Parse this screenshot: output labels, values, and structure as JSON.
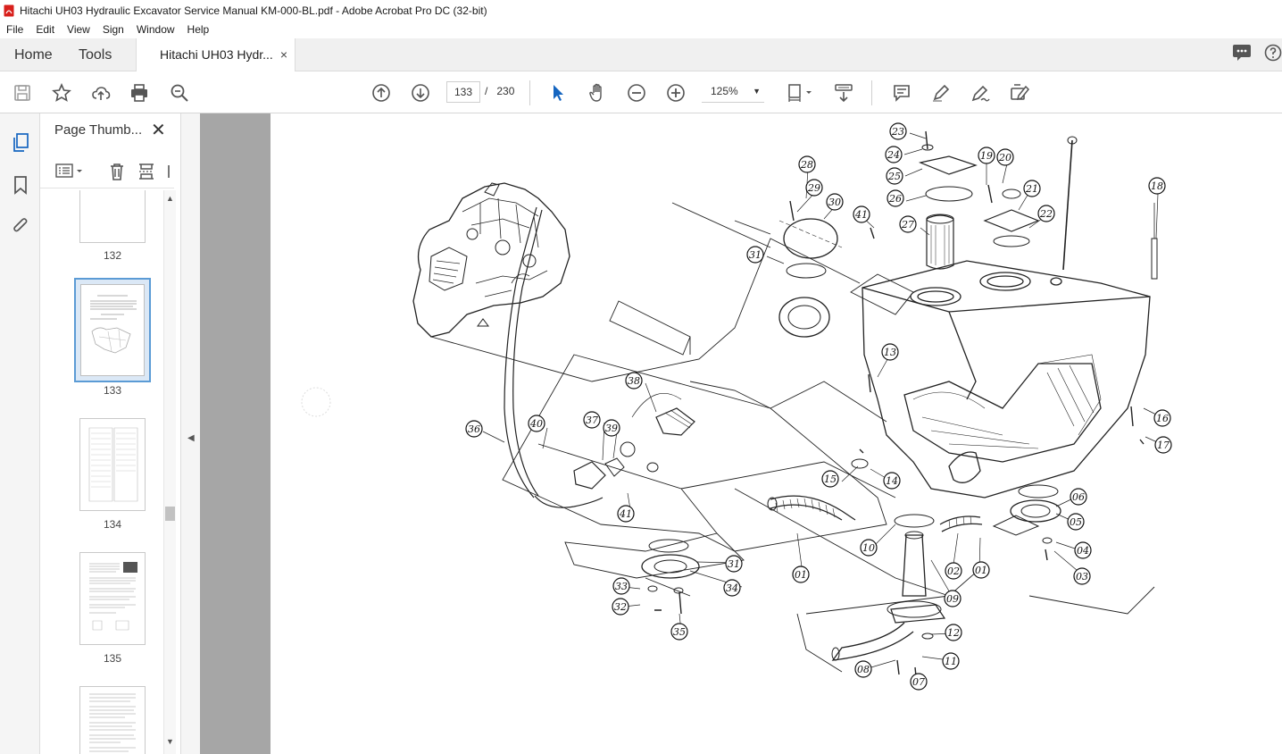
{
  "window": {
    "title": "Hitachi UH03 Hydraulic Excavator Service Manual KM-000-BL.pdf - Adobe Acrobat Pro DC (32-bit)"
  },
  "menu": [
    "File",
    "Edit",
    "View",
    "Sign",
    "Window",
    "Help"
  ],
  "tabs": {
    "home": "Home",
    "tools": "Tools",
    "document": "Hitachi UH03 Hydr...",
    "close_glyph": "×"
  },
  "toolbar": {
    "current_page": "133",
    "page_separator": "/",
    "total_pages": "230",
    "zoom": "125%"
  },
  "thumbnails_panel": {
    "title": "Page Thumb...",
    "close_glyph": "✕",
    "pages": [
      {
        "label": "132"
      },
      {
        "label": "133",
        "selected": true
      },
      {
        "label": "134"
      },
      {
        "label": "135"
      },
      {
        "label": ""
      }
    ]
  },
  "diagram": {
    "callouts": [
      "23",
      "24",
      "25",
      "26",
      "28",
      "29",
      "30",
      "41",
      "27",
      "19",
      "20",
      "21",
      "22",
      "18",
      "31",
      "13",
      "38",
      "37",
      "39",
      "40",
      "36",
      "16",
      "17",
      "06",
      "05",
      "04",
      "03",
      "15",
      "14",
      "41",
      "01",
      "10",
      "02",
      "01",
      "31",
      "34",
      "33",
      "32",
      "35",
      "09",
      "12",
      "11",
      "08",
      "07"
    ]
  }
}
